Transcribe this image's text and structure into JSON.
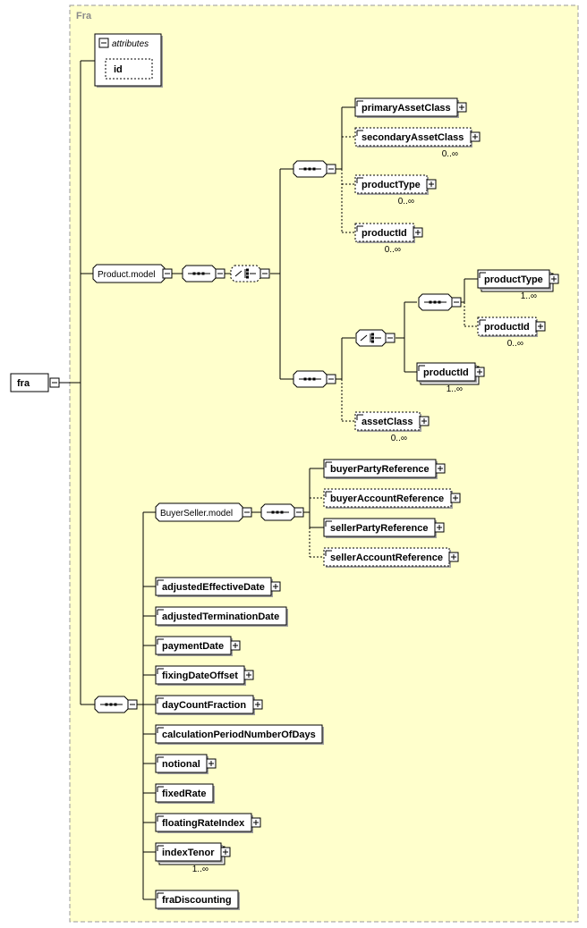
{
  "schema": {
    "type_title": "Fra",
    "root": {
      "name": "fra"
    },
    "attributes_group": {
      "label": "attributes",
      "items": [
        {
          "name": "id",
          "optional": true
        }
      ]
    },
    "groups": {
      "product_model": "Product.model",
      "buyerseller_model": "BuyerSeller.model"
    },
    "product_sequence_1": [
      {
        "name": "primaryAssetClass",
        "optional": false,
        "expandable": true,
        "occurs": ""
      },
      {
        "name": "secondaryAssetClass",
        "optional": true,
        "expandable": true,
        "occurs": "0..∞"
      },
      {
        "name": "productType",
        "optional": true,
        "expandable": true,
        "occurs": "0..∞"
      },
      {
        "name": "productId",
        "optional": true,
        "expandable": true,
        "occurs": "0..∞"
      }
    ],
    "product_choice_seq": [
      {
        "name": "productType",
        "optional": false,
        "expandable": true,
        "occurs": "1..∞"
      },
      {
        "name": "productId",
        "optional": true,
        "expandable": true,
        "occurs": "0..∞"
      }
    ],
    "product_choice_alt": {
      "name": "productId",
      "optional": false,
      "expandable": true,
      "occurs": "1..∞"
    },
    "product_asset_class": {
      "name": "assetClass",
      "optional": true,
      "expandable": true,
      "occurs": "0..∞"
    },
    "buyerseller_sequence": [
      {
        "name": "buyerPartyReference",
        "optional": false,
        "expandable": true
      },
      {
        "name": "buyerAccountReference",
        "optional": true,
        "expandable": true
      },
      {
        "name": "sellerPartyReference",
        "optional": false,
        "expandable": true
      },
      {
        "name": "sellerAccountReference",
        "optional": true,
        "expandable": true
      }
    ],
    "main_sequence": [
      {
        "name": "adjustedEffectiveDate",
        "expandable": true,
        "occurs": ""
      },
      {
        "name": "adjustedTerminationDate",
        "expandable": false,
        "occurs": ""
      },
      {
        "name": "paymentDate",
        "expandable": true,
        "occurs": ""
      },
      {
        "name": "fixingDateOffset",
        "expandable": true,
        "occurs": ""
      },
      {
        "name": "dayCountFraction",
        "expandable": true,
        "occurs": ""
      },
      {
        "name": "calculationPeriodNumberOfDays",
        "expandable": false,
        "occurs": ""
      },
      {
        "name": "notional",
        "expandable": true,
        "occurs": ""
      },
      {
        "name": "fixedRate",
        "expandable": false,
        "occurs": ""
      },
      {
        "name": "floatingRateIndex",
        "expandable": true,
        "occurs": ""
      },
      {
        "name": "indexTenor",
        "expandable": true,
        "occurs": "1..∞"
      },
      {
        "name": "fraDiscounting",
        "expandable": false,
        "occurs": ""
      }
    ],
    "colors": {
      "panel_fill": "#ffffcc",
      "panel_border": "#9a9a9a",
      "node_fill": "#ffffff",
      "line": "#000000",
      "title": "#8a8a8a"
    },
    "icons": {
      "expand": "plus-box-icon",
      "collapse": "minus-box-icon",
      "sequence": "sequence-compositor-icon",
      "choice": "choice-compositor-icon",
      "element": "element-flag-icon"
    }
  }
}
